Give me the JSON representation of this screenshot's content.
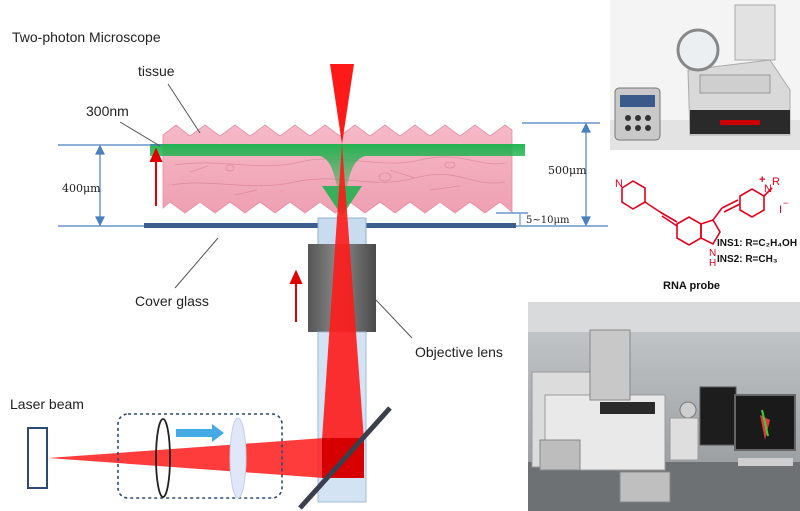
{
  "labels": {
    "title": "Two-photon Microscope",
    "tissue": "tissue",
    "thickness_300": "300nm",
    "depth_400": "400μm",
    "thickness_500": "500μm",
    "gap": "5~10μm",
    "cover_glass": "Cover glass",
    "objective_lens": "Objective lens",
    "laser_beam": "Laser beam"
  },
  "probe": {
    "title": "RNA probe",
    "ins1": "INS1: R=C₂H₄OH",
    "ins2": "INS2: R=CH₃",
    "atom_n": "N",
    "atom_nplus": "N",
    "charge_plus": "+",
    "substituent_r": "R",
    "counter_ion": "I",
    "counter_charge": "−",
    "nh": "N",
    "nh_h": "H"
  },
  "colors": {
    "laser": "#ff0000",
    "green_beam": "#17b24a",
    "tissue": "#f2a9b8",
    "guide_line": "#4a7fc1",
    "cover_glass": "#3d5f8f",
    "probe_red": "#e3001b",
    "arrow_blue": "#44aae3"
  },
  "photos": {
    "top_right": "microtome-instrument-photo",
    "bottom_right": "microscope-workstation-photo"
  }
}
